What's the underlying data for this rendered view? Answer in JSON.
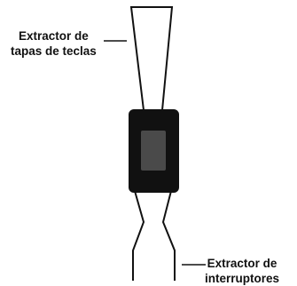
{
  "diagram": {
    "labels": {
      "keycap_puller": {
        "line1": "Extractor de",
        "line2": "tapas de teclas"
      },
      "switch_puller": {
        "line1": "Extractor de",
        "line2": "interruptores"
      }
    },
    "colors": {
      "outline": "#111111",
      "body": "#111111",
      "grip": "#4a4a4a",
      "background": "#ffffff"
    }
  }
}
